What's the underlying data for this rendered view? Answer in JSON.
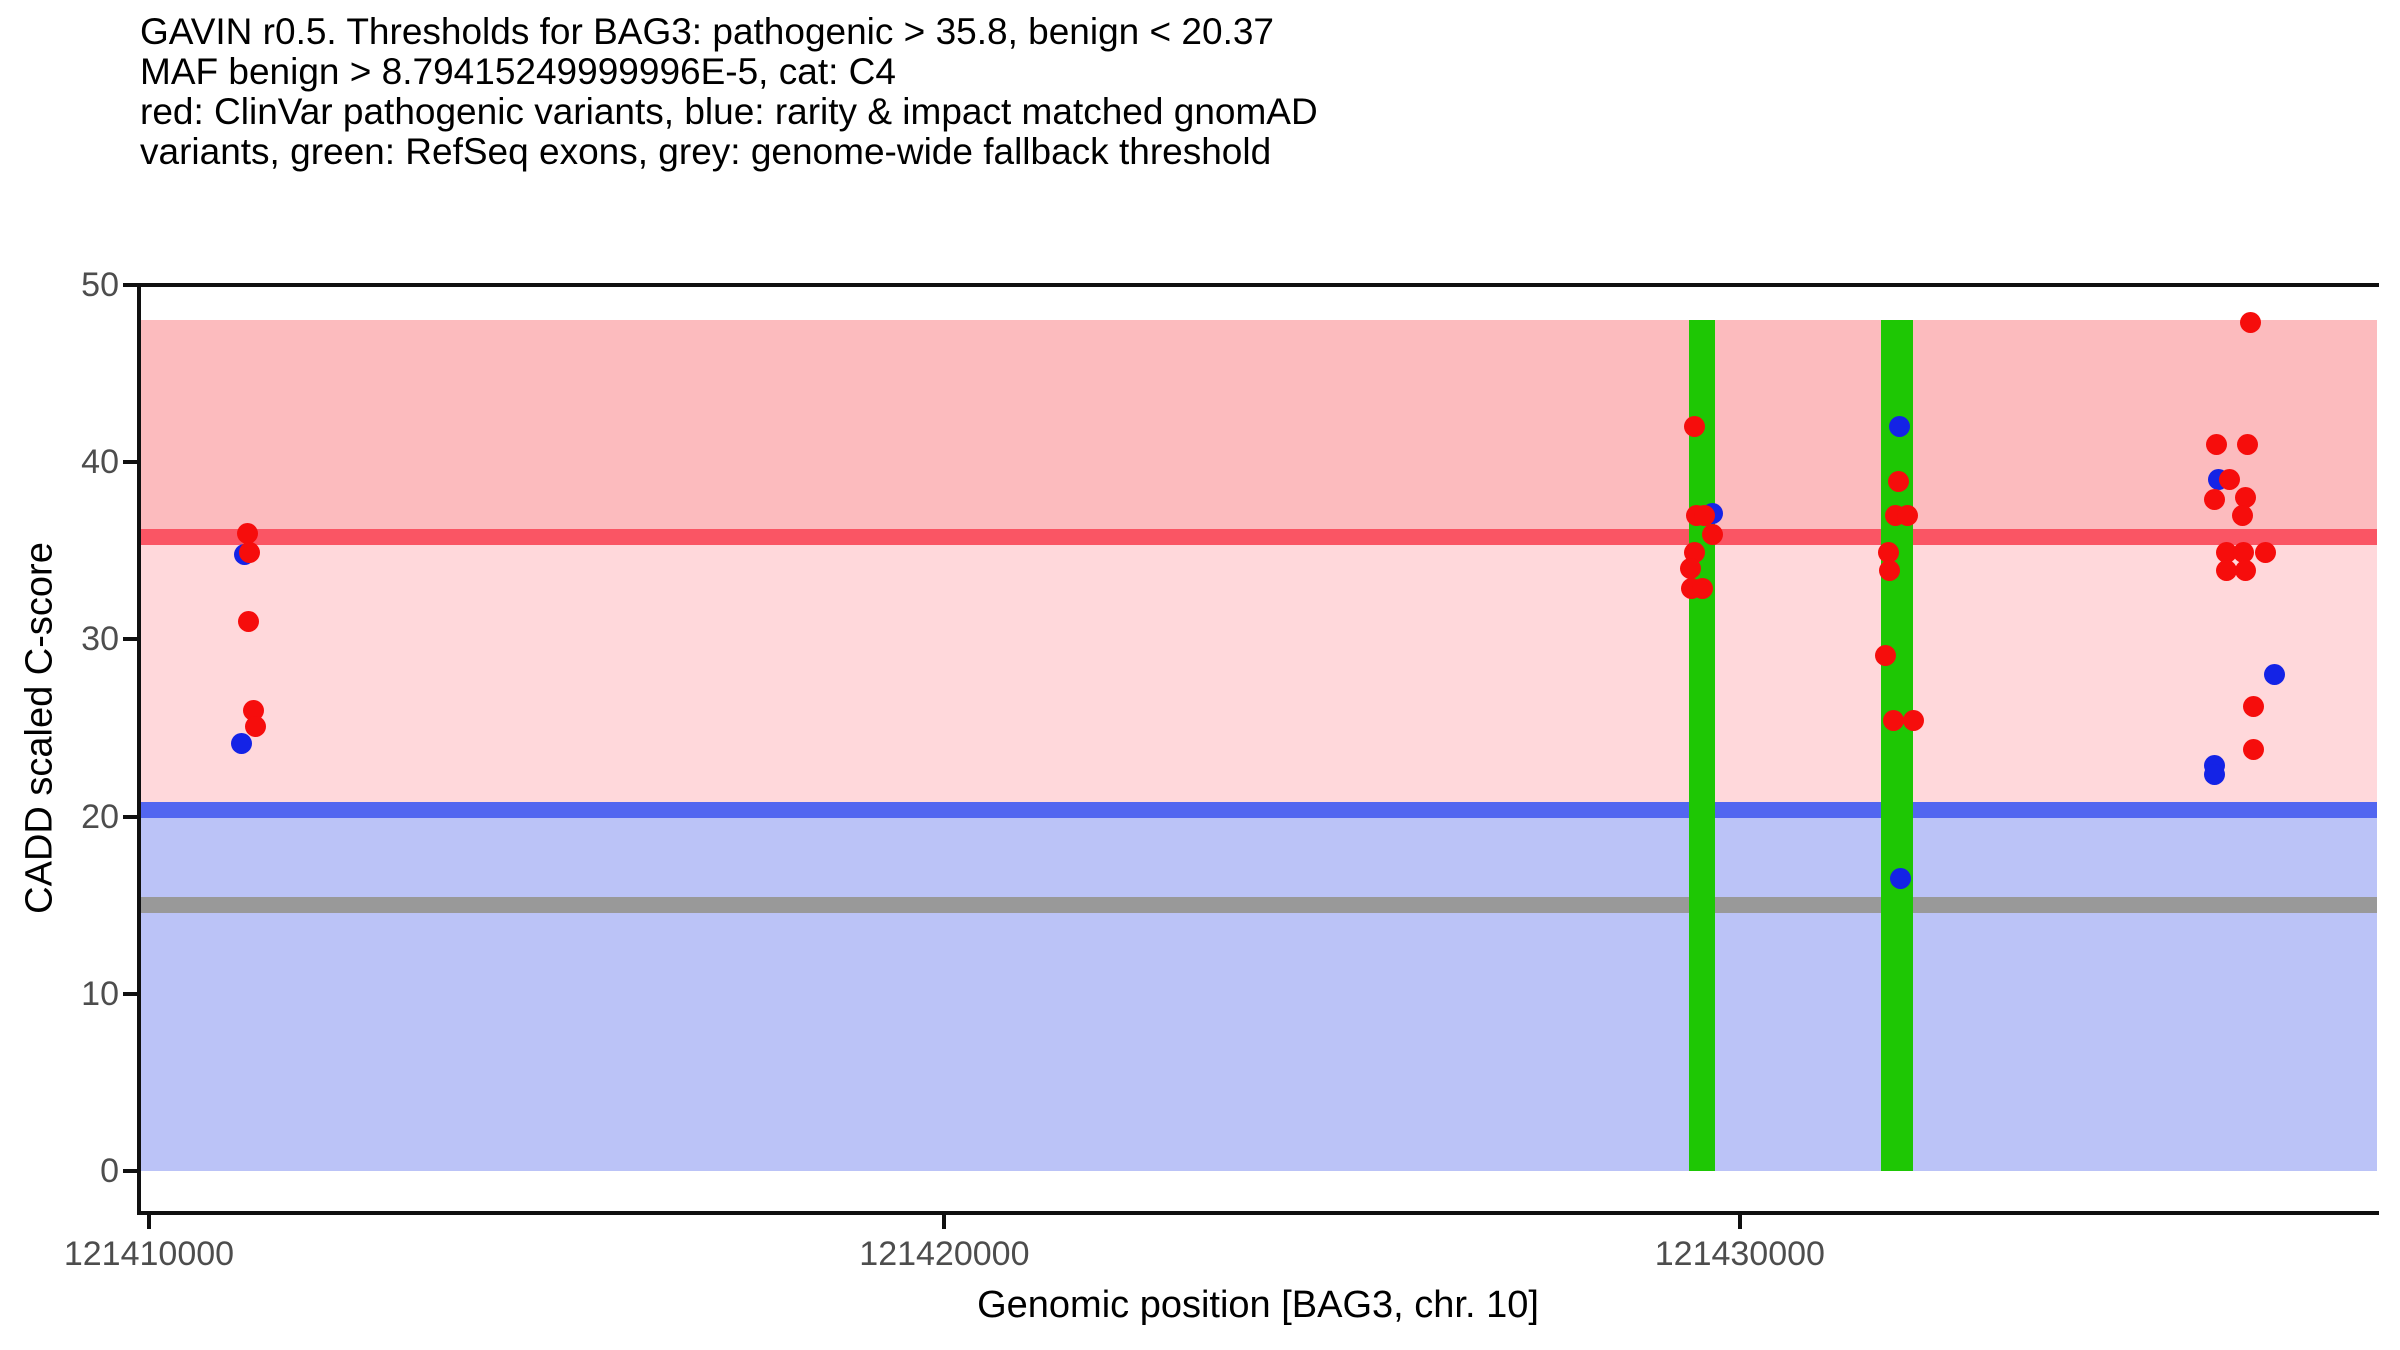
{
  "title": {
    "lines": [
      "GAVIN r0.5. Thresholds for BAG3: pathogenic > 35.8, benign < 20.37",
      "MAF benign > 8.79415249999996E-5, cat: C4",
      "red: ClinVar pathogenic variants, blue: rarity & impact matched gnomAD",
      "variants, green: RefSeq exons, grey: genome-wide fallback threshold"
    ]
  },
  "chart_data": {
    "type": "scatter",
    "title": "GAVIN r0.5. Thresholds for BAG3: pathogenic > 35.8, benign < 20.37 MAF benign > 8.79415249999996E-5, cat: C4",
    "xlabel": "Genomic position [BAG3, chr. 10]",
    "ylabel": "CADD scaled C-score",
    "x_range": [
      121409875,
      121438010
    ],
    "y_range": [
      -2.37,
      50
    ],
    "grid": false,
    "x_ticks": [
      {
        "value": 121410000,
        "label": "121410000"
      },
      {
        "value": 121420000,
        "label": "121420000"
      },
      {
        "value": 121430000,
        "label": "121430000"
      }
    ],
    "y_ticks": [
      {
        "value": 0,
        "label": "0"
      },
      {
        "value": 10,
        "label": "10"
      },
      {
        "value": 20,
        "label": "20"
      },
      {
        "value": 30,
        "label": "30"
      },
      {
        "value": 40,
        "label": "40"
      },
      {
        "value": 50,
        "label": "50"
      }
    ],
    "regions": [
      {
        "name": "pathogenic-zone",
        "from": 35.8,
        "to": 48,
        "color": "#fcbbbe"
      },
      {
        "name": "vus-zone",
        "from": 20.37,
        "to": 35.8,
        "color": "#ffd8db"
      },
      {
        "name": "benign-zone",
        "from": 0,
        "to": 20.37,
        "color": "#bbc3f7"
      }
    ],
    "thresholds": [
      {
        "name": "pathogenic-threshold",
        "value": 35.8,
        "color": "#fa5564"
      },
      {
        "name": "benign-threshold",
        "value": 20.37,
        "color": "#5266f0"
      },
      {
        "name": "genome-wide-fallback-threshold",
        "value": 15,
        "color": "#999999"
      }
    ],
    "exons": {
      "color": "#1ec704",
      "top": 48,
      "bottom": 0,
      "bars": [
        {
          "start": 121429365,
          "end": 121429690
        },
        {
          "start": 121431775,
          "end": 121432180
        }
      ]
    },
    "series": [
      {
        "name": "ClinVar pathogenic variants",
        "color": "#f60d0c",
        "points": [
          [
            121411236,
            36.0
          ],
          [
            121411270,
            34.9
          ],
          [
            121411249,
            31.0
          ],
          [
            121411311,
            26.0
          ],
          [
            121411345,
            25.1
          ],
          [
            121429434,
            42.0
          ],
          [
            121429455,
            37.0
          ],
          [
            121429560,
            37.0
          ],
          [
            121429651,
            35.9
          ],
          [
            121429425,
            34.9
          ],
          [
            121429383,
            34.0
          ],
          [
            121429392,
            32.9
          ],
          [
            121429530,
            32.9
          ],
          [
            121431990,
            38.9
          ],
          [
            121431957,
            37.0
          ],
          [
            121432103,
            37.0
          ],
          [
            121431864,
            34.9
          ],
          [
            121431885,
            33.9
          ],
          [
            121431835,
            29.1
          ],
          [
            121431927,
            25.4
          ],
          [
            121432187,
            25.4
          ],
          [
            121436420,
            47.9
          ],
          [
            121435993,
            41.0
          ],
          [
            121436377,
            41.0
          ],
          [
            121436151,
            39.0
          ],
          [
            121436357,
            38.0
          ],
          [
            121435971,
            37.9
          ],
          [
            121436319,
            37.0
          ],
          [
            121436118,
            34.9
          ],
          [
            121436335,
            34.9
          ],
          [
            121436612,
            34.9
          ],
          [
            121436118,
            33.9
          ],
          [
            121436360,
            33.9
          ],
          [
            121436461,
            26.2
          ],
          [
            121436461,
            23.8
          ]
        ]
      },
      {
        "name": "rarity & impact matched gnomAD variants",
        "color": "#1423e6",
        "points": [
          [
            121411207,
            34.8
          ],
          [
            121411165,
            24.1
          ],
          [
            121429651,
            37.1
          ],
          [
            121432011,
            42.0
          ],
          [
            121432024,
            16.5
          ],
          [
            121436013,
            39.0
          ],
          [
            121436725,
            28.0
          ],
          [
            121435971,
            22.9
          ],
          [
            121435971,
            22.4
          ]
        ]
      }
    ]
  }
}
